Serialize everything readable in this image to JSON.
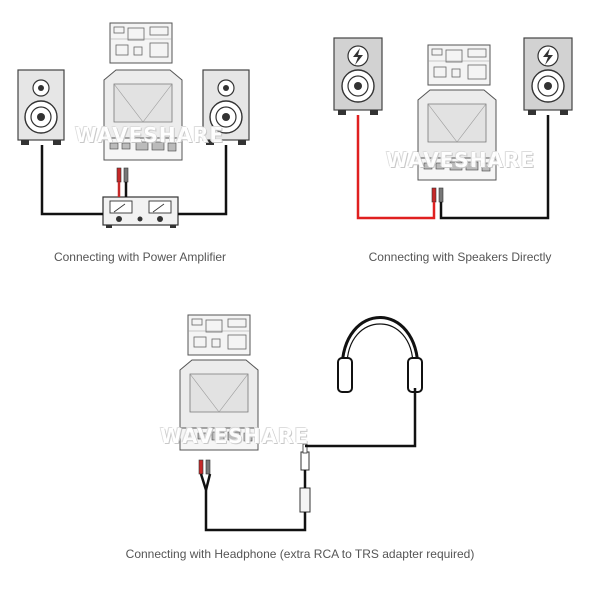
{
  "watermark": "WAVESHARE",
  "captions": {
    "amplifier": "Connecting with Power Amplifier",
    "speakers": "Connecting with Speakers Directly",
    "headphone": "Connecting with Headphone (extra RCA to TRS adapter required)"
  },
  "colors": {
    "red_cable": "#e02020",
    "black_cable": "#111111",
    "device_gray": "#cfcfcf",
    "speaker_gray": "#d9d9d9"
  },
  "icons": {
    "speaker_bolt": "lightning-bolt-icon"
  }
}
